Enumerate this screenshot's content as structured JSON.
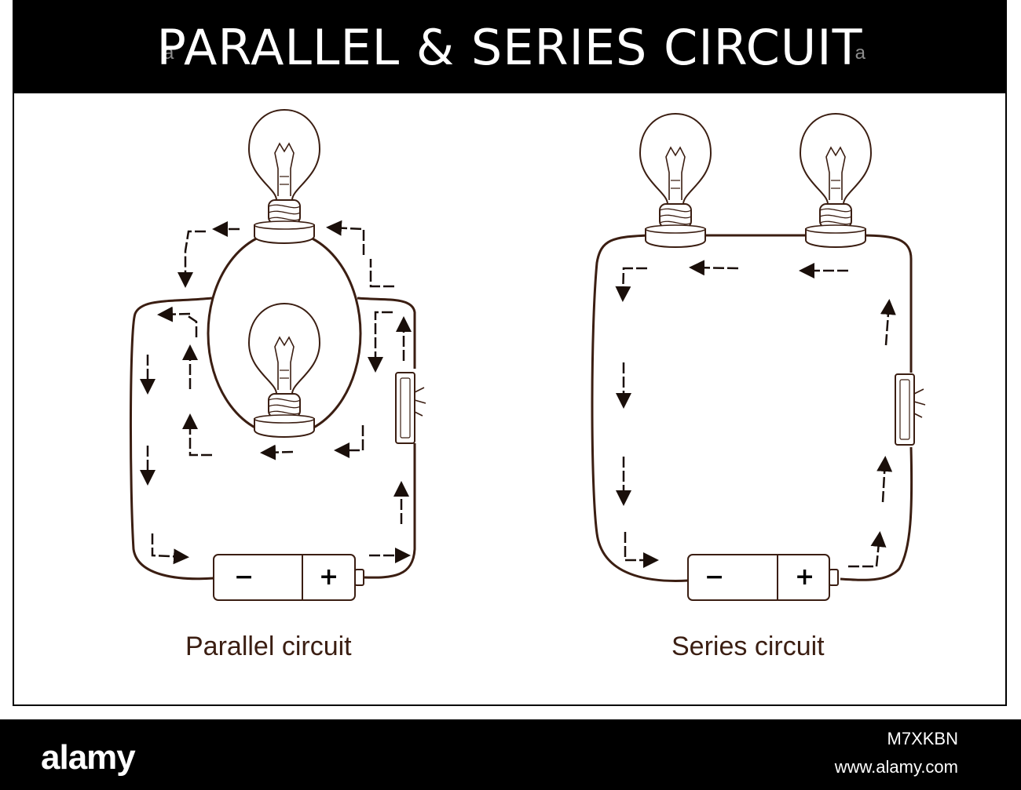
{
  "title": "PARALLEL & SERIES CIRCUIT",
  "diagrams": {
    "parallel": {
      "caption": "Parallel circuit",
      "battery": {
        "minus": "−",
        "plus": "+"
      }
    },
    "series": {
      "caption": "Series circuit",
      "battery": {
        "minus": "−",
        "plus": "+"
      }
    }
  },
  "colors": {
    "line": "#3b1e12",
    "arrow": "#1a0f0a",
    "bar": "#000000"
  },
  "watermark": {
    "brand": "alamy",
    "side_mark": "a"
  },
  "footer": {
    "stock_id": "M7XKBN",
    "url": "www.alamy.com"
  }
}
